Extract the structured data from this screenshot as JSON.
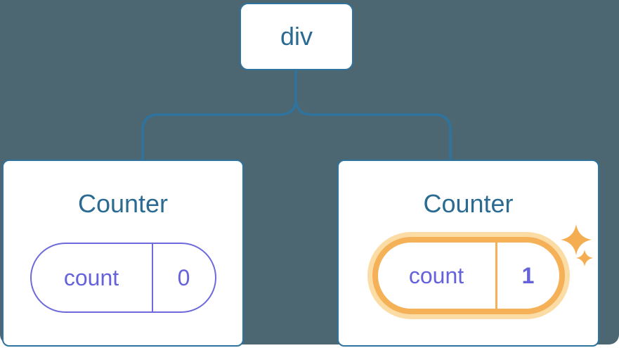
{
  "colors": {
    "page_bg": "#FFFFFF",
    "panel_bg": "#4C6771",
    "card_bg": "#FFFFFF",
    "blue_line": "#2F739F",
    "blue_text": "#2B6B92",
    "purple": "#6E6ADC",
    "purple_text": "#6663DA",
    "orange": "#F5B158",
    "orange_glow": "#FBDCA4",
    "sparkle": "#F5AD52"
  },
  "root_node": {
    "label": "div"
  },
  "counters": [
    {
      "title": "Counter",
      "state_name": "count",
      "state_value": "0",
      "highlighted": false
    },
    {
      "title": "Counter",
      "state_name": "count",
      "state_value": "1",
      "highlighted": true
    }
  ],
  "icons": {
    "sparkle": "✦"
  }
}
